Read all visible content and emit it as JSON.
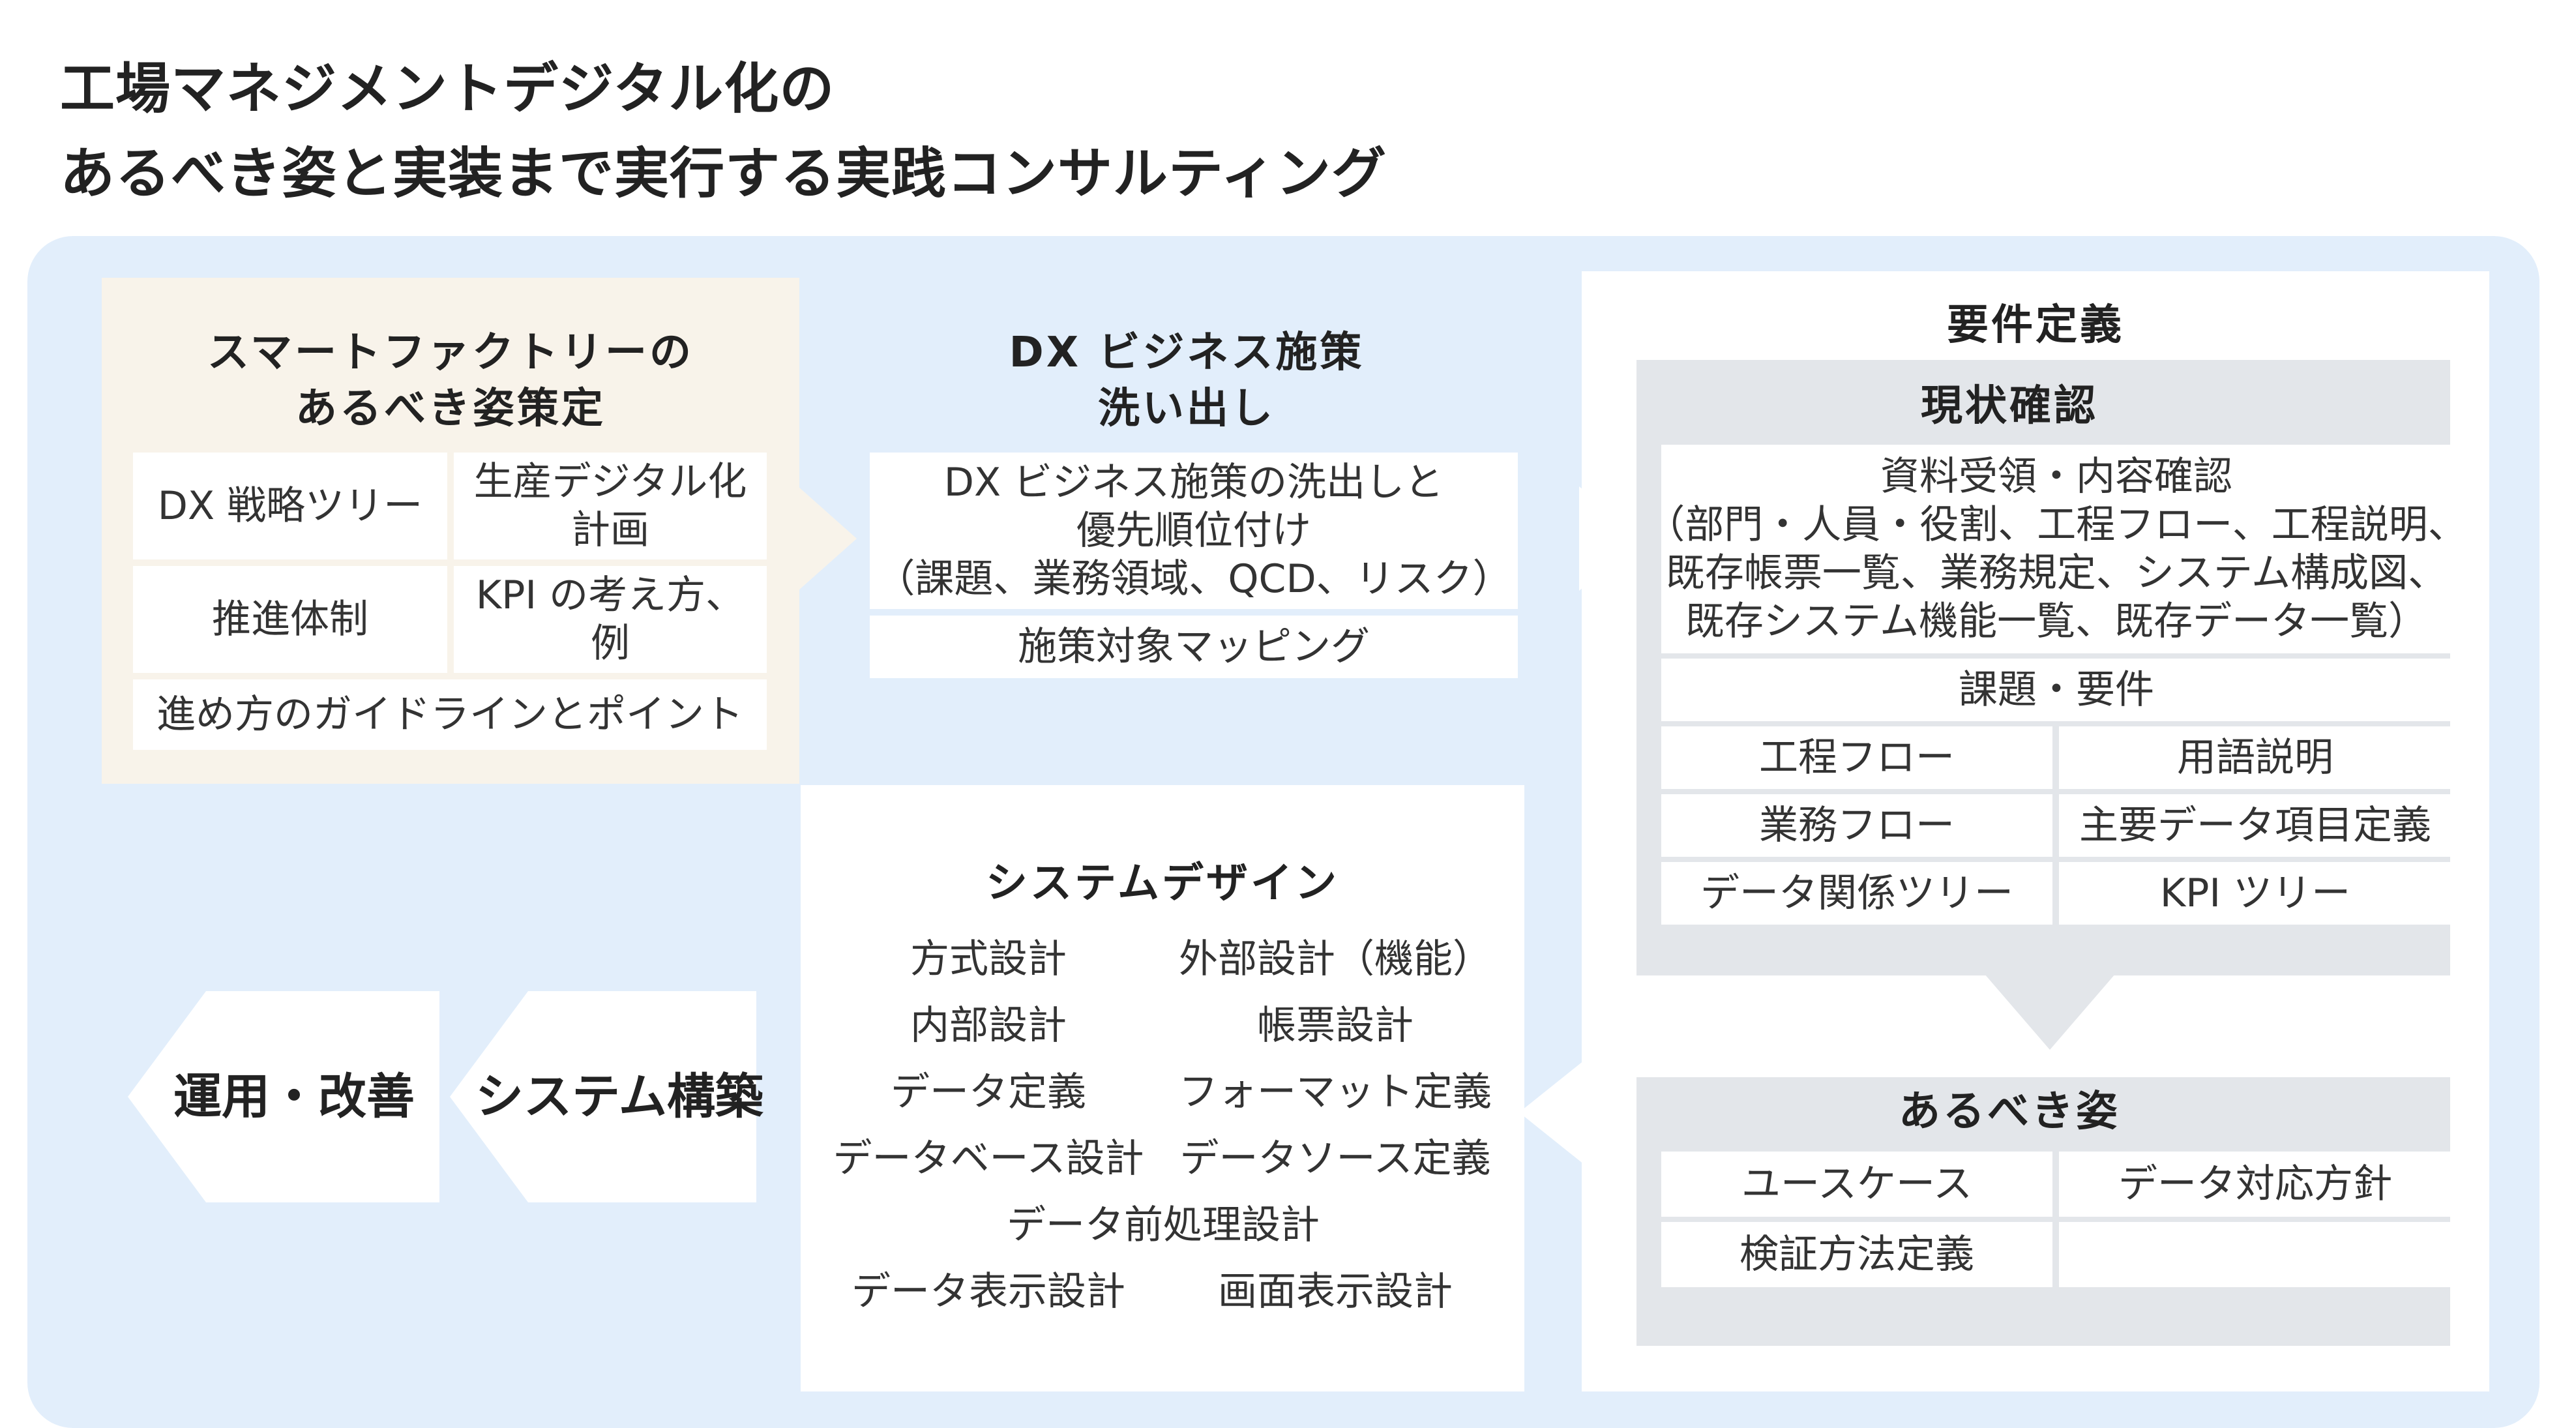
{
  "title": {
    "line1": "工場マネジメントデジタル化の",
    "line2": "あるべき姿と実装まで実行する実践コンサルティング"
  },
  "smart_factory": {
    "heading_line1": "スマートファクトリーの",
    "heading_line2": "あるべき姿策定",
    "cells": {
      "dx_strategy_tree": "DX 戦略ツリー",
      "digitalization_plan_l1": "生産デジタル化",
      "digitalization_plan_l2": "計画",
      "promotion_system": "推進体制",
      "kpi_l1": "KPI の考え方、",
      "kpi_l2": "例",
      "guideline": "進め方のガイドラインとポイント"
    }
  },
  "dx_measures": {
    "heading_line1": "DX ビジネス施策",
    "heading_line2": "洗い出し",
    "cell1_l1": "DX ビジネス施策の洗出しと",
    "cell1_l2": "優先順位付け",
    "cell1_l3": "（課題、業務領域、QCD、リスク）",
    "cell2": "施策対象マッピング"
  },
  "requirements": {
    "heading": "要件定義",
    "current_state": {
      "heading": "現状確認",
      "docs_l1": "資料受領・内容確認",
      "docs_l2": "（部門・人員・役割、工程フロー、工程説明、",
      "docs_l3": "既存帳票一覧、業務規定、システム構成図、",
      "docs_l4": "既存システム機能一覧、既存データ一覧）",
      "issues": "課題・要件",
      "process_flow": "工程フロー",
      "glossary": "用語説明",
      "business_flow": "業務フロー",
      "main_data_items": "主要データ項目定義",
      "data_relation_tree": "データ関係ツリー",
      "kpi_tree": "KPI ツリー"
    },
    "to_be": {
      "heading": "あるべき姿",
      "use_case": "ユースケース",
      "data_policy": "データ対応方針",
      "verification": "検証方法定義",
      "empty": ""
    }
  },
  "system_design": {
    "heading": "システムデザイン",
    "method_design": "方式設計",
    "external_design": "外部設計（機能）",
    "internal_design": "内部設計",
    "form_design": "帳票設計",
    "data_definition": "データ定義",
    "format_definition": "フォーマット定義",
    "database_design": "データベース設計",
    "data_source_definition": "データソース定義",
    "data_preprocessing": "データ前処理設計",
    "data_display_design": "データ表示設計",
    "screen_display_design": "画面表示設計"
  },
  "steps": {
    "system_build": "システム構築",
    "operation": "運用・改善"
  },
  "colors": {
    "canvas": "#e2eefb",
    "cream": "#f8f3ea",
    "grey": "#e3e6ea",
    "white": "#ffffff"
  }
}
